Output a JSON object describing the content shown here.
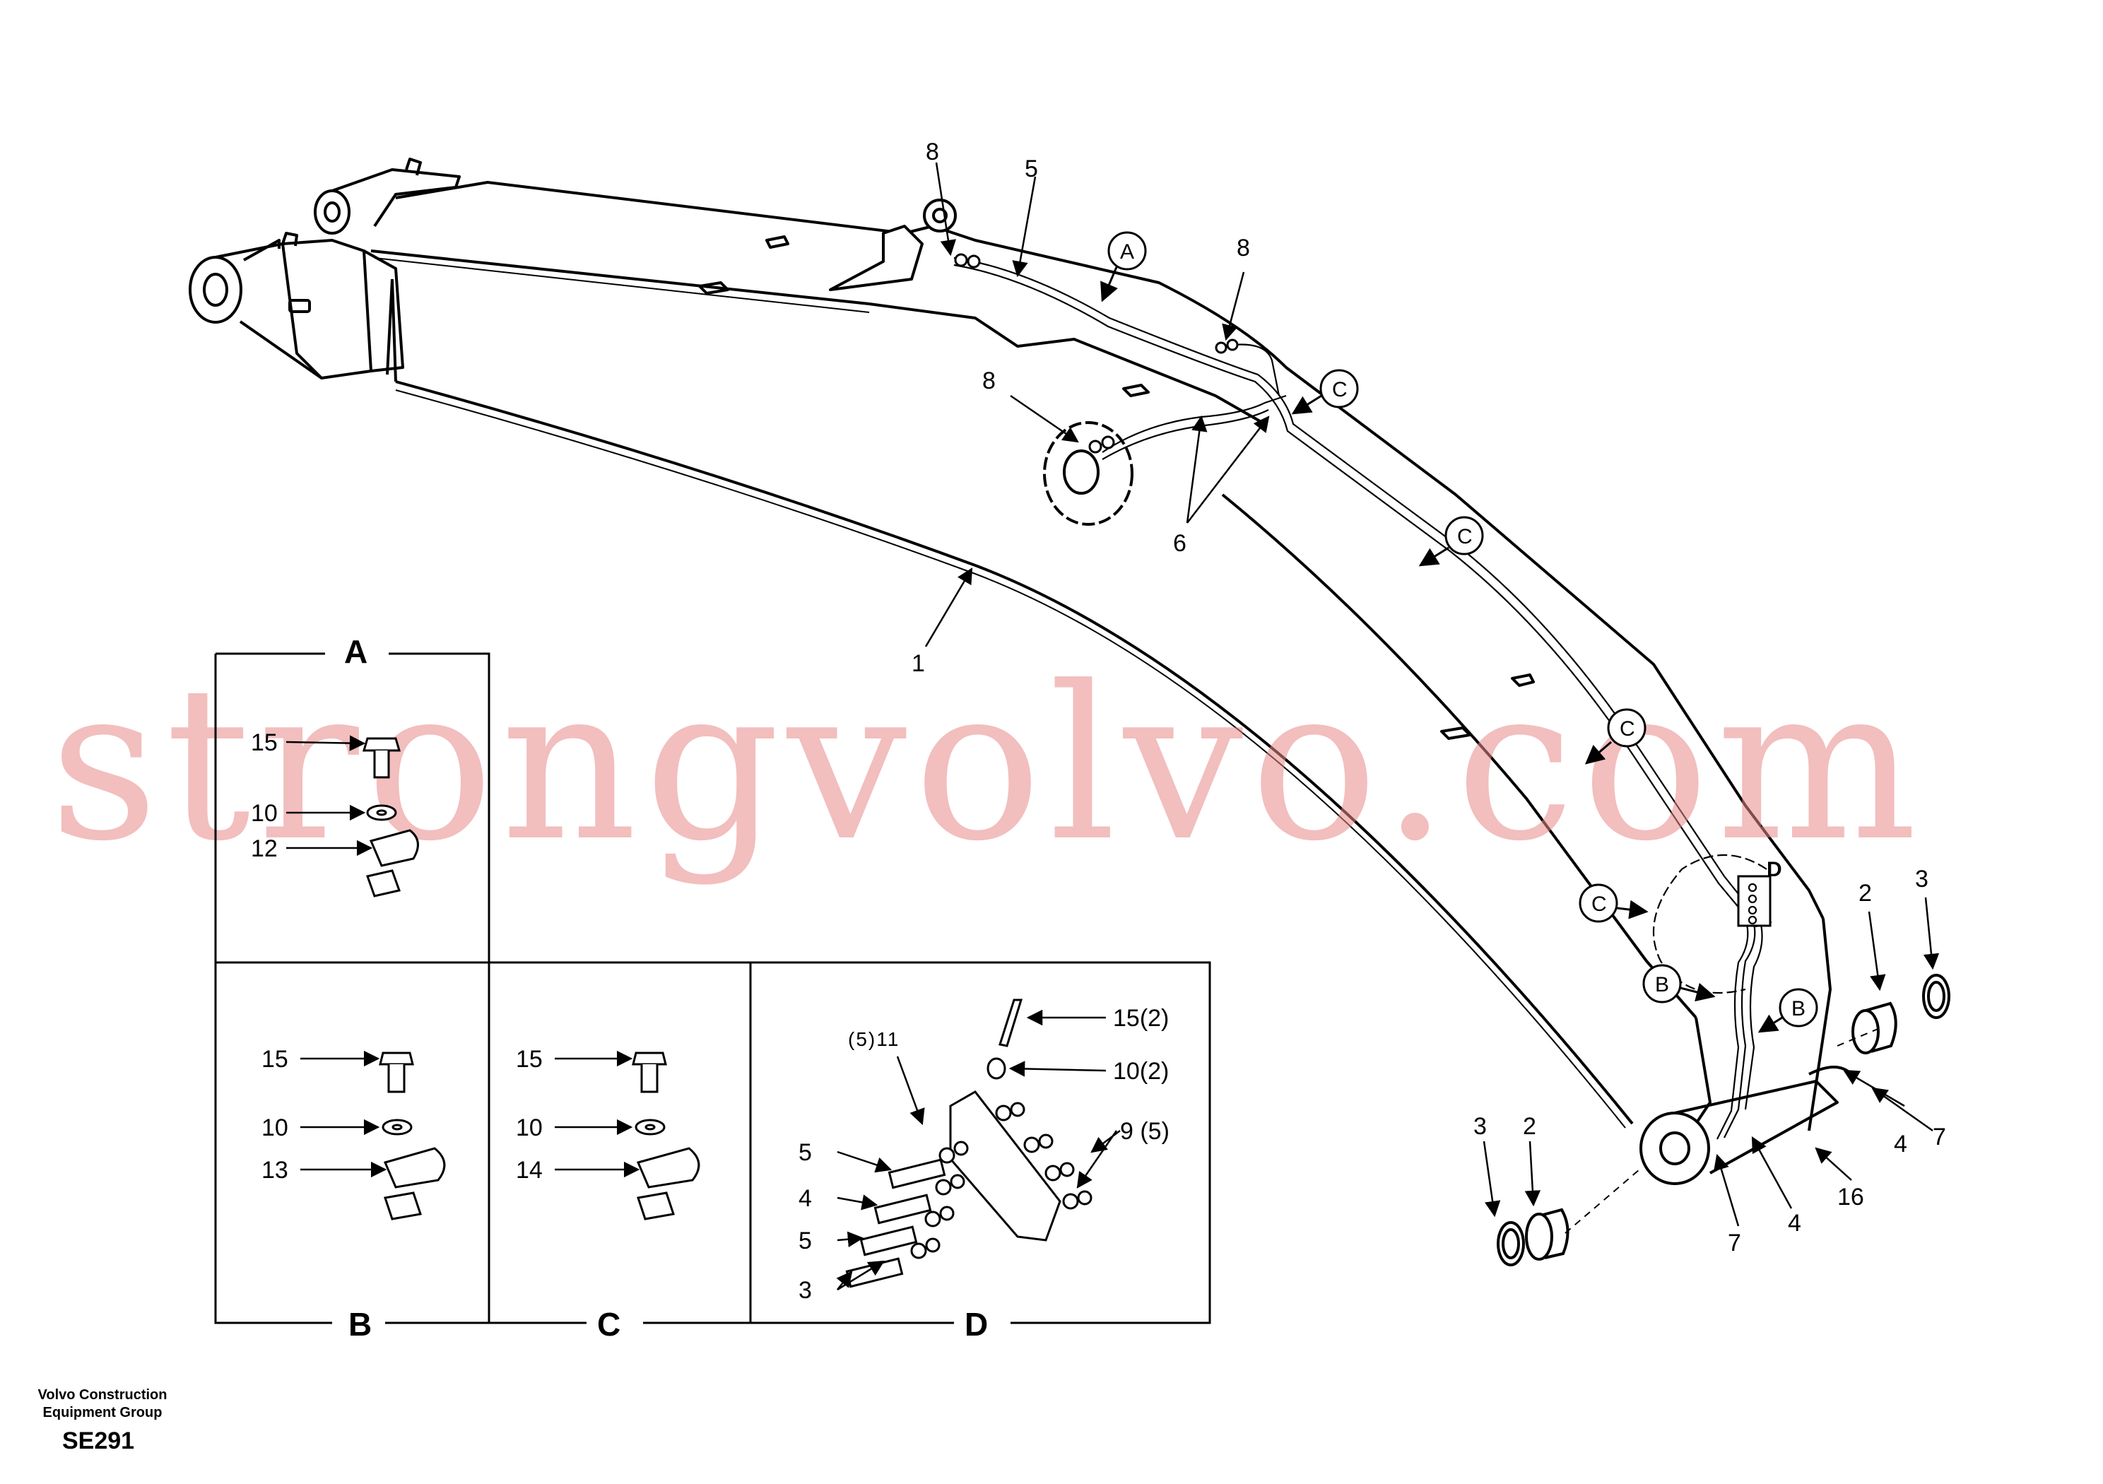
{
  "diagram": {
    "watermark": "strongvolvo.com",
    "callouts": {
      "a_circle": "A",
      "c1": "C",
      "c2": "C",
      "c3": "C",
      "c4": "C",
      "b1": "B",
      "b2": "B",
      "d_mark": "D"
    },
    "part_labels": {
      "p1": "1",
      "p2a": "2",
      "p2b": "2",
      "p3a": "3",
      "p3b": "3",
      "p4a": "4",
      "p4b": "4",
      "p5": "5",
      "p6": "6",
      "p7a": "7",
      "p7b": "7",
      "p8a": "8",
      "p8b": "8",
      "p8c": "8",
      "p16": "16"
    },
    "detail_boxes": {
      "A": {
        "title": "A",
        "labels": [
          "15",
          "10",
          "12"
        ]
      },
      "B": {
        "title": "B",
        "labels": [
          "15",
          "10",
          "13"
        ]
      },
      "C": {
        "title": "C",
        "labels": [
          "15",
          "10",
          "14"
        ]
      },
      "D": {
        "title": "D",
        "labels": [
          "(5)11",
          "15(2)",
          "10(2)",
          "9 (5)",
          "5",
          "4",
          "5",
          "3"
        ]
      }
    },
    "footer": {
      "company_line1": "Volvo Construction",
      "company_line2": "Equipment Group",
      "code": "SE291"
    }
  }
}
